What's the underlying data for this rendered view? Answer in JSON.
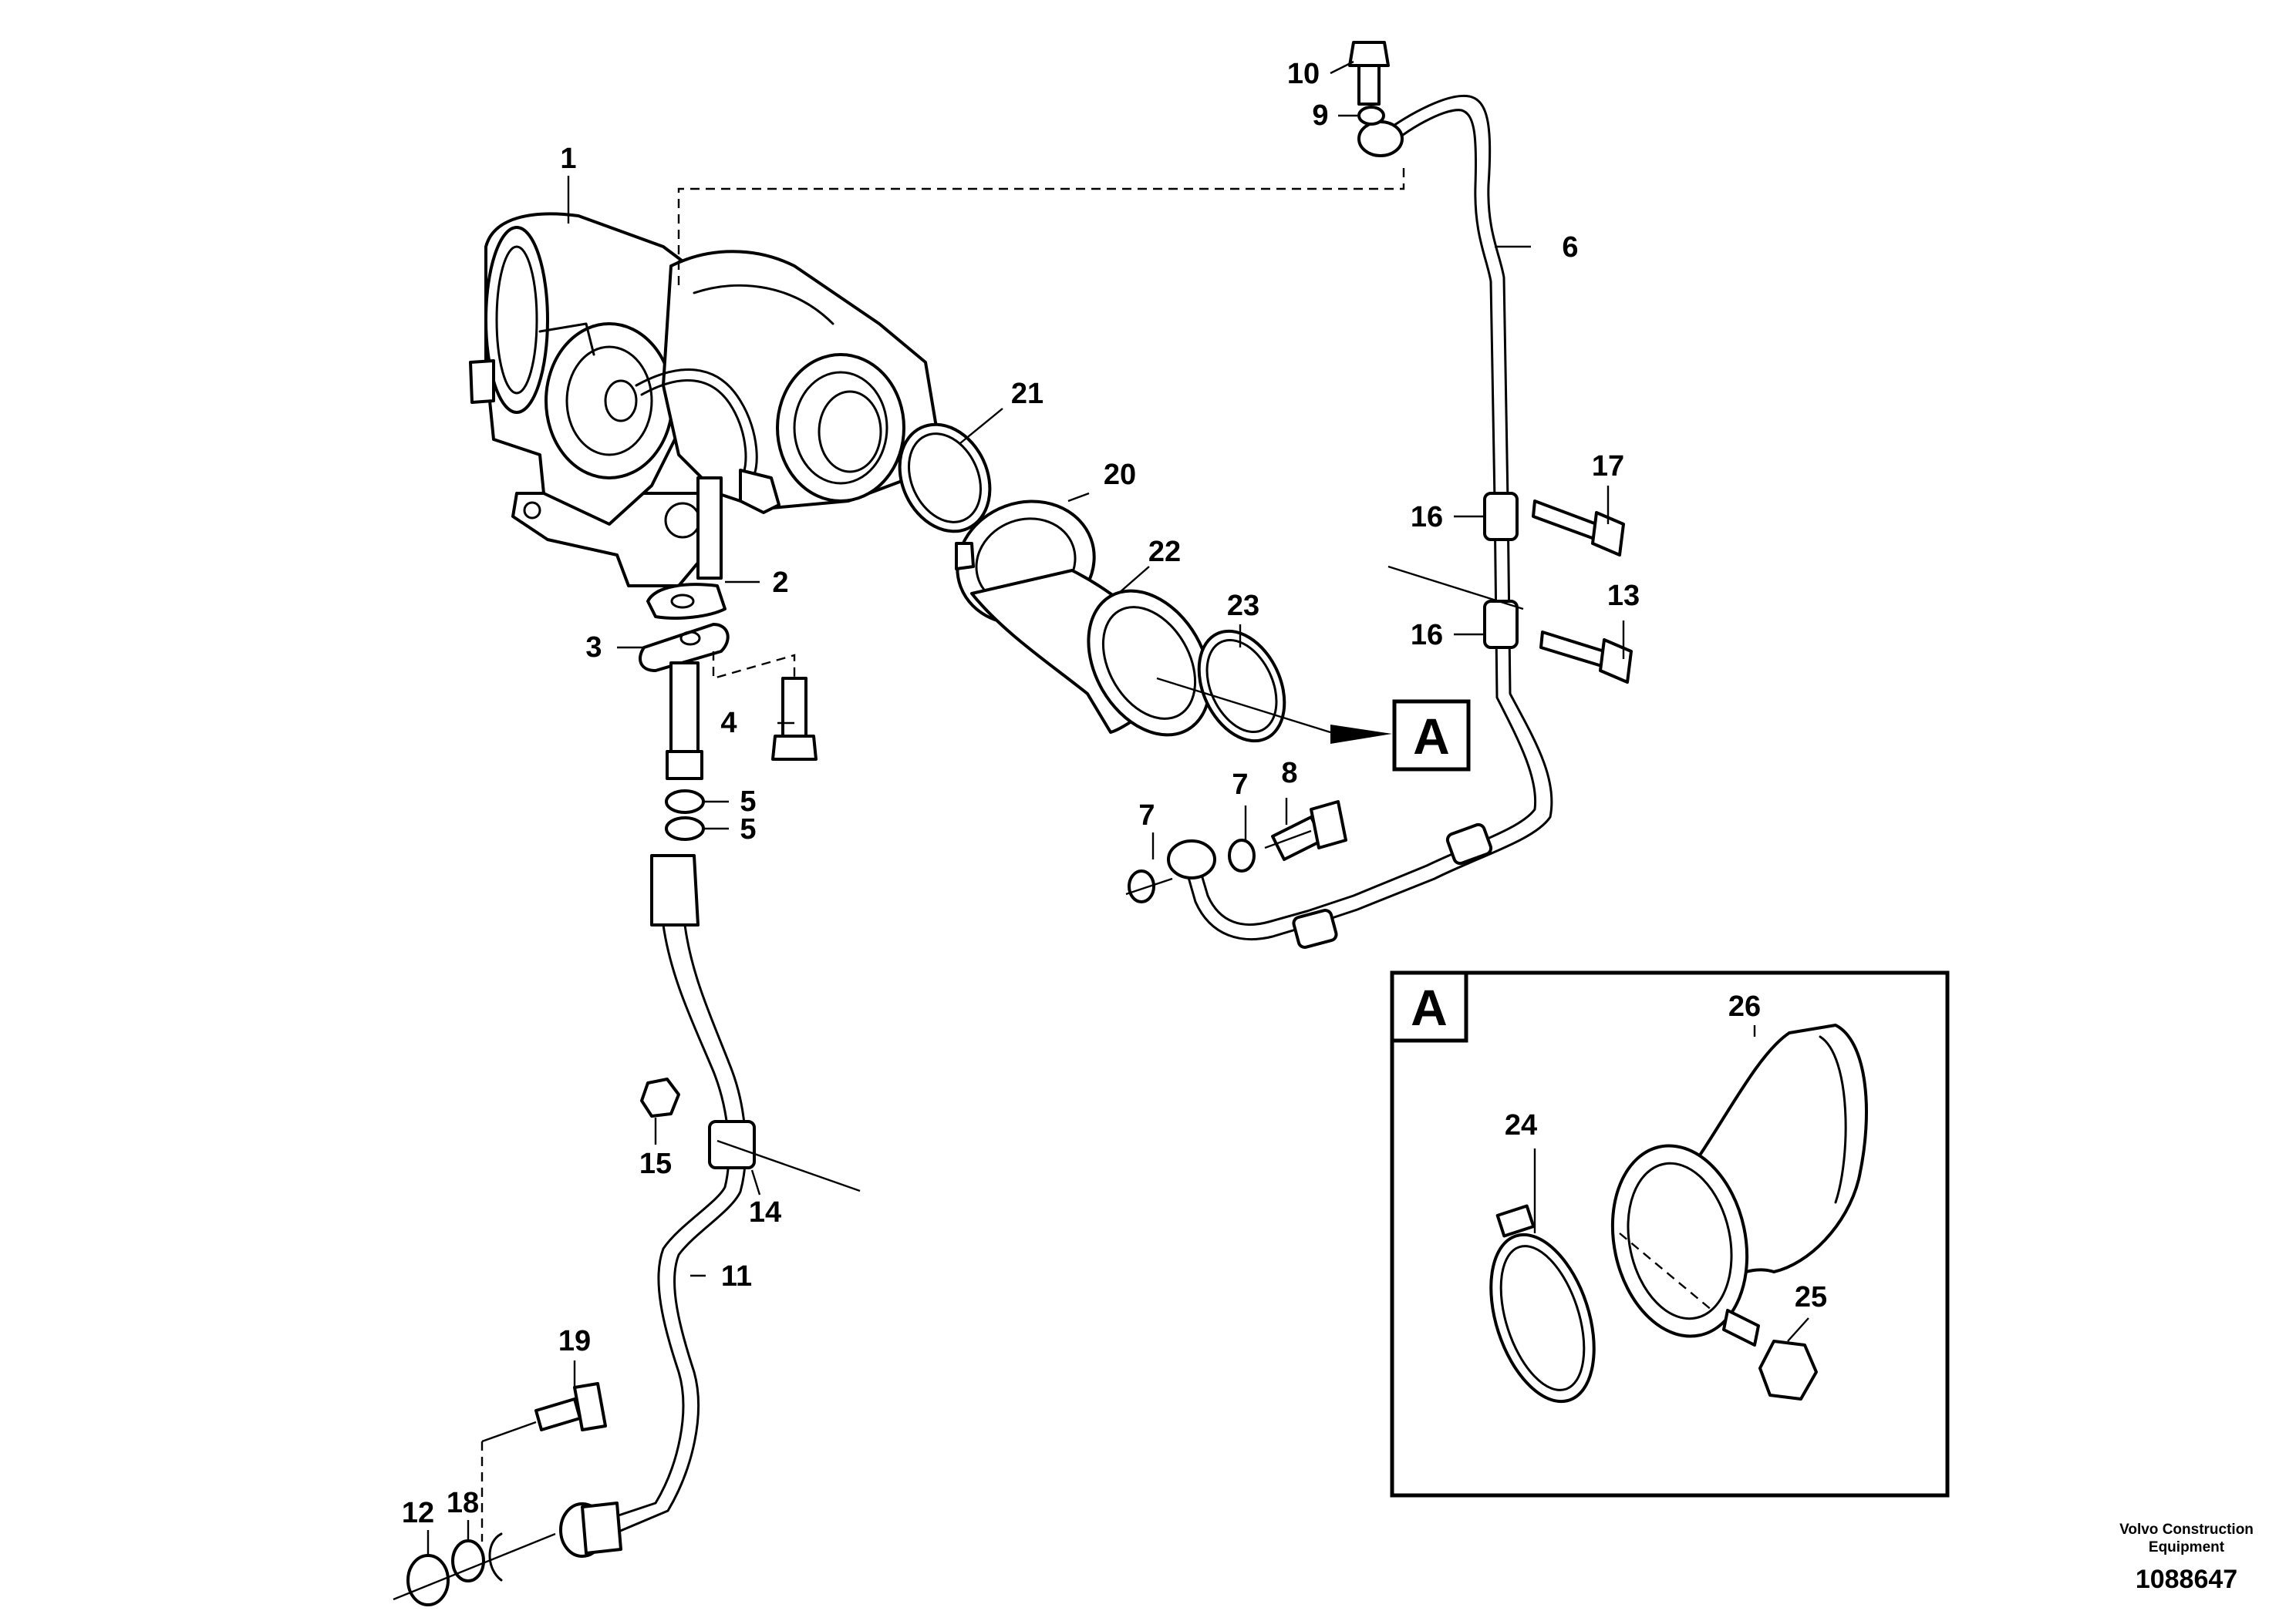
{
  "diagram": {
    "callouts": [
      "1",
      "2",
      "3",
      "4",
      "5",
      "5",
      "6",
      "7",
      "7",
      "8",
      "9",
      "10",
      "11",
      "12",
      "13",
      "14",
      "15",
      "16",
      "16",
      "17",
      "18",
      "19",
      "20",
      "21",
      "22",
      "23",
      "24",
      "25",
      "26"
    ],
    "section_ref": "A",
    "detail_label": "A",
    "brand_line1": "Volvo Construction",
    "brand_line2": "Equipment",
    "doc_number": "1088647"
  }
}
